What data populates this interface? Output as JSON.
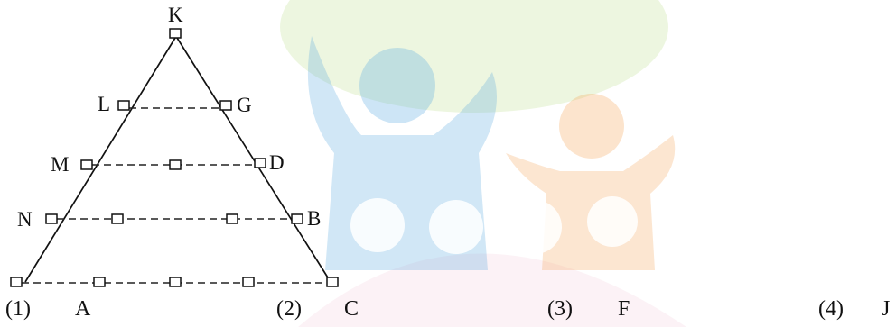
{
  "diagram": {
    "apex": "K",
    "left_labels": [
      "L",
      "M",
      "N"
    ],
    "right_labels": [
      "G",
      "D",
      "B"
    ]
  },
  "options": [
    {
      "number": "(1)",
      "answer": "A"
    },
    {
      "number": "(2)",
      "answer": "C"
    },
    {
      "number": "(3)",
      "answer": "F"
    },
    {
      "number": "(4)",
      "answer": "J"
    }
  ]
}
